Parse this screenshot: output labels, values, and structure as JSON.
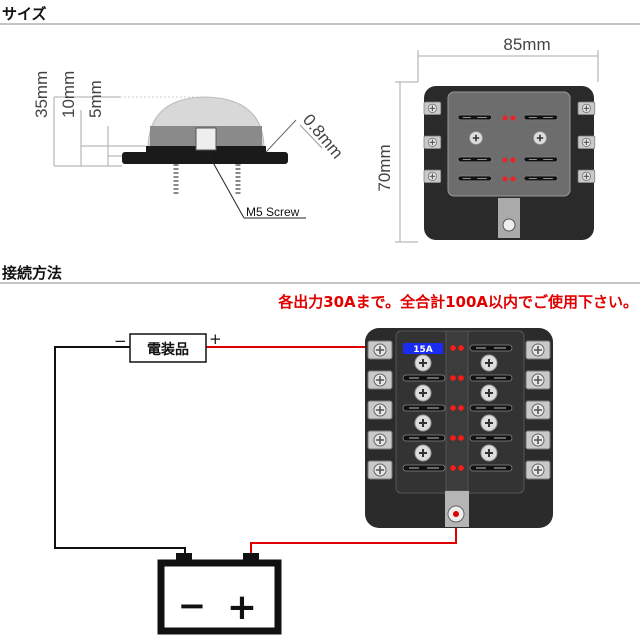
{
  "sections": {
    "size_title": "サイズ",
    "wiring_title": "接続方法"
  },
  "size": {
    "height_total": "35mm",
    "height_cover": "10mm",
    "height_base": "5mm",
    "thickness": "0.8mm",
    "screw_label": "M5 Screw",
    "width": "85mm",
    "depth": "70mm"
  },
  "wiring": {
    "note": "各出力30Aまで。全合計100A以内でご使用下さい。",
    "load_label": "電装品",
    "load_minus": "−",
    "load_plus": "+",
    "fuse_rating": "15A",
    "battery_minus": "−",
    "battery_plus": "+"
  },
  "colors": {
    "red_wire": "#e00000",
    "black_wire": "#111111",
    "note": "#e00000",
    "fuse_label_bg": "#1a2cf0"
  }
}
